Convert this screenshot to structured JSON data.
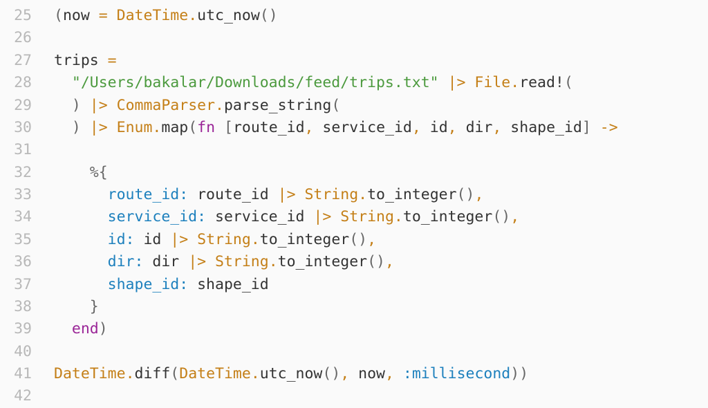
{
  "editor": {
    "language": "elixir",
    "colors": {
      "text": "#333333",
      "punctuation": "#666666",
      "module_operator": "#c47f17",
      "string": "#4c9a3e",
      "keyword": "#9a2597",
      "atom_key": "#1d80bd",
      "line_number": "#b8b8b8"
    },
    "lines": [
      {
        "n": "25",
        "tokens": [
          [
            "(",
            "p"
          ],
          [
            "now ",
            "t"
          ],
          [
            "=",
            "o"
          ],
          [
            " ",
            "t"
          ],
          [
            "DateTime",
            "o"
          ],
          [
            ".",
            "o"
          ],
          [
            "utc_now",
            "t"
          ],
          [
            "()",
            "p"
          ]
        ]
      },
      {
        "n": "26",
        "tokens": []
      },
      {
        "n": "27",
        "tokens": [
          [
            "trips ",
            "t"
          ],
          [
            "=",
            "o"
          ]
        ]
      },
      {
        "n": "28",
        "tokens": [
          [
            "  ",
            "t"
          ],
          [
            "\"/Users/bakalar/Downloads/feed/trips.txt\"",
            "g"
          ],
          [
            " ",
            "t"
          ],
          [
            "|>",
            "o"
          ],
          [
            " ",
            "t"
          ],
          [
            "File",
            "o"
          ],
          [
            ".",
            "o"
          ],
          [
            "read!",
            "t"
          ],
          [
            "(",
            "p"
          ]
        ]
      },
      {
        "n": "29",
        "tokens": [
          [
            "  ",
            "t"
          ],
          [
            ")",
            "p"
          ],
          [
            " ",
            "t"
          ],
          [
            "|>",
            "o"
          ],
          [
            " ",
            "t"
          ],
          [
            "CommaParser",
            "o"
          ],
          [
            ".",
            "o"
          ],
          [
            "parse_string",
            "t"
          ],
          [
            "(",
            "p"
          ]
        ]
      },
      {
        "n": "30",
        "tokens": [
          [
            "  ",
            "t"
          ],
          [
            ")",
            "p"
          ],
          [
            " ",
            "t"
          ],
          [
            "|>",
            "o"
          ],
          [
            " ",
            "t"
          ],
          [
            "Enum",
            "o"
          ],
          [
            ".",
            "o"
          ],
          [
            "map",
            "t"
          ],
          [
            "(",
            "p"
          ],
          [
            "fn",
            "k"
          ],
          [
            " ",
            "t"
          ],
          [
            "[",
            "p"
          ],
          [
            "route_id",
            "t"
          ],
          [
            ",",
            "o"
          ],
          [
            " service_id",
            "t"
          ],
          [
            ",",
            "o"
          ],
          [
            " id",
            "t"
          ],
          [
            ",",
            "o"
          ],
          [
            " dir",
            "t"
          ],
          [
            ",",
            "o"
          ],
          [
            " shape_id",
            "t"
          ],
          [
            "]",
            "p"
          ],
          [
            " ",
            "t"
          ],
          [
            "->",
            "o"
          ]
        ]
      },
      {
        "n": "31",
        "tokens": []
      },
      {
        "n": "32",
        "tokens": [
          [
            "    ",
            "t"
          ],
          [
            "%{",
            "p"
          ]
        ]
      },
      {
        "n": "33",
        "tokens": [
          [
            "      ",
            "t"
          ],
          [
            "route_id:",
            "b"
          ],
          [
            " route_id ",
            "t"
          ],
          [
            "|>",
            "o"
          ],
          [
            " ",
            "t"
          ],
          [
            "String",
            "o"
          ],
          [
            ".",
            "o"
          ],
          [
            "to_integer",
            "t"
          ],
          [
            "()",
            "p"
          ],
          [
            ",",
            "o"
          ]
        ]
      },
      {
        "n": "34",
        "tokens": [
          [
            "      ",
            "t"
          ],
          [
            "service_id:",
            "b"
          ],
          [
            " service_id ",
            "t"
          ],
          [
            "|>",
            "o"
          ],
          [
            " ",
            "t"
          ],
          [
            "String",
            "o"
          ],
          [
            ".",
            "o"
          ],
          [
            "to_integer",
            "t"
          ],
          [
            "()",
            "p"
          ],
          [
            ",",
            "o"
          ]
        ]
      },
      {
        "n": "35",
        "tokens": [
          [
            "      ",
            "t"
          ],
          [
            "id:",
            "b"
          ],
          [
            " id ",
            "t"
          ],
          [
            "|>",
            "o"
          ],
          [
            " ",
            "t"
          ],
          [
            "String",
            "o"
          ],
          [
            ".",
            "o"
          ],
          [
            "to_integer",
            "t"
          ],
          [
            "()",
            "p"
          ],
          [
            ",",
            "o"
          ]
        ]
      },
      {
        "n": "36",
        "tokens": [
          [
            "      ",
            "t"
          ],
          [
            "dir:",
            "b"
          ],
          [
            " dir ",
            "t"
          ],
          [
            "|>",
            "o"
          ],
          [
            " ",
            "t"
          ],
          [
            "String",
            "o"
          ],
          [
            ".",
            "o"
          ],
          [
            "to_integer",
            "t"
          ],
          [
            "()",
            "p"
          ],
          [
            ",",
            "o"
          ]
        ]
      },
      {
        "n": "37",
        "tokens": [
          [
            "      ",
            "t"
          ],
          [
            "shape_id:",
            "b"
          ],
          [
            " shape_id",
            "t"
          ]
        ]
      },
      {
        "n": "38",
        "tokens": [
          [
            "    ",
            "t"
          ],
          [
            "}",
            "p"
          ]
        ]
      },
      {
        "n": "39",
        "tokens": [
          [
            "  ",
            "t"
          ],
          [
            "end",
            "k"
          ],
          [
            ")",
            "p"
          ]
        ]
      },
      {
        "n": "40",
        "tokens": []
      },
      {
        "n": "41",
        "tokens": [
          [
            "DateTime",
            "o"
          ],
          [
            ".",
            "o"
          ],
          [
            "diff",
            "t"
          ],
          [
            "(",
            "p"
          ],
          [
            "DateTime",
            "o"
          ],
          [
            ".",
            "o"
          ],
          [
            "utc_now",
            "t"
          ],
          [
            "()",
            "p"
          ],
          [
            ",",
            "o"
          ],
          [
            " now",
            "t"
          ],
          [
            ",",
            "o"
          ],
          [
            " ",
            "t"
          ],
          [
            ":millisecond",
            "b"
          ],
          [
            "))",
            "p"
          ]
        ]
      },
      {
        "n": "42",
        "tokens": []
      }
    ]
  }
}
